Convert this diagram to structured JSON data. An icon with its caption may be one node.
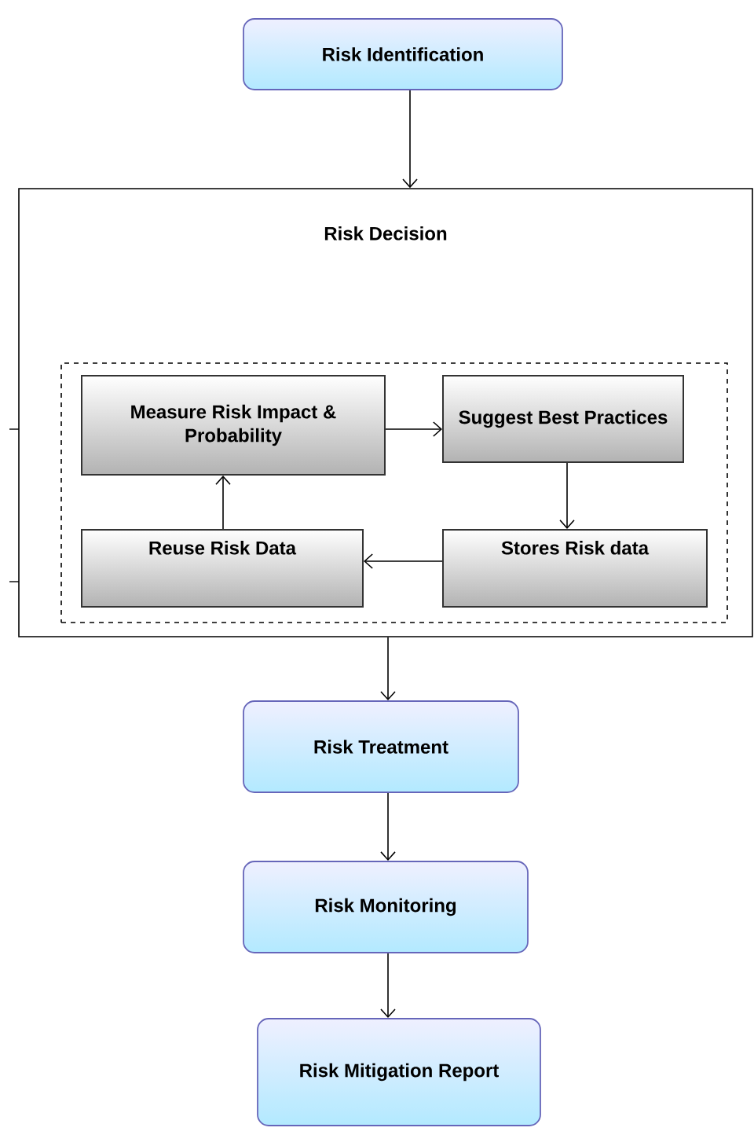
{
  "diagram": {
    "nodes": [
      {
        "text": [
          "Risk Identification"
        ]
      },
      {
        "text": [
          "Risk Decision"
        ]
      },
      {
        "text": [],
        "shape": "box",
        "in": 1
      },
      {
        "text": [
          "Measure Risk Impact & Probability"
        ],
        "in": 2
      },
      {
        "text": [
          "Suggest Best Practices"
        ],
        "in": 2
      },
      {
        "text": [
          "Reuse Risk Data"
        ],
        "in": 2
      },
      {
        "text": [
          "Stores Risk data"
        ],
        "in": 2
      },
      {
        "text": [
          "Risk Treatment"
        ]
      },
      {
        "text": [
          "Risk Monitoring"
        ]
      },
      {
        "text": [
          "Risk Mitigation Report"
        ]
      }
    ],
    "edges": [
      {
        "from": 0,
        "to": 1,
        "arrow": "to"
      },
      {
        "from": 3,
        "to": 4,
        "arrow": "to"
      },
      {
        "from": 4,
        "to": 6,
        "arrow": "to"
      },
      {
        "from": 6,
        "to": 5,
        "arrow": "to"
      },
      {
        "from": 5,
        "to": 3,
        "arrow": "to"
      },
      {
        "from": 1,
        "to": 7,
        "arrow": "to"
      },
      {
        "from": 7,
        "to": 8,
        "arrow": "to"
      },
      {
        "from": 8,
        "to": 9,
        "arrow": "to"
      }
    ]
  }
}
